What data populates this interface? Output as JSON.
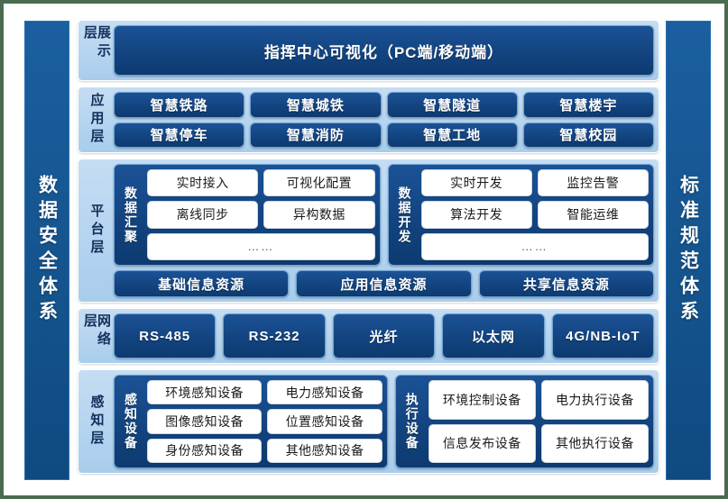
{
  "frame": {
    "border_color": "#4a6b4f",
    "background": "#ffffff"
  },
  "colors": {
    "dark_blue": "#134480",
    "light_blue": "#a8cdec",
    "pillar_blue": "#15558f",
    "white": "#ffffff",
    "label_text": "#12305c"
  },
  "pillars": {
    "left": {
      "label": "数据安全体系"
    },
    "right": {
      "label": "标准规范体系"
    }
  },
  "layers": {
    "display": {
      "label": "展示层",
      "banner": "指挥中心可视化（PC端/移动端）"
    },
    "application": {
      "label": "应用层",
      "rows": [
        [
          "智慧铁路",
          "智慧城铁",
          "智慧隧道",
          "智慧楼宇"
        ],
        [
          "智慧停车",
          "智慧消防",
          "智慧工地",
          "智慧校园"
        ]
      ]
    },
    "platform": {
      "label": "平台层",
      "groups": [
        {
          "label": "数据汇聚",
          "rows": [
            [
              "实时接入",
              "可视化配置"
            ],
            [
              "离线同步",
              "异构数据"
            ]
          ],
          "ellipsis": "……"
        },
        {
          "label": "数据开发",
          "rows": [
            [
              "实时开发",
              "监控告警"
            ],
            [
              "算法开发",
              "智能运维"
            ]
          ],
          "ellipsis": "……"
        }
      ],
      "resources": [
        "基础信息资源",
        "应用信息资源",
        "共享信息资源"
      ]
    },
    "network": {
      "label": "网络层",
      "items": [
        "RS-485",
        "RS-232",
        "光纤",
        "以太网",
        "4G/NB-IoT"
      ]
    },
    "perception": {
      "label": "感知层",
      "groups": [
        {
          "label": "感知设备",
          "rows": [
            [
              "环境感知设备",
              "电力感知设备"
            ],
            [
              "图像感知设备",
              "位置感知设备"
            ],
            [
              "身份感知设备",
              "其他感知设备"
            ]
          ]
        },
        {
          "label": "执行设备",
          "rows": [
            [
              "环境控制设备",
              "电力执行设备"
            ],
            [
              "信息发布设备",
              "其他执行设备"
            ]
          ]
        }
      ]
    }
  }
}
